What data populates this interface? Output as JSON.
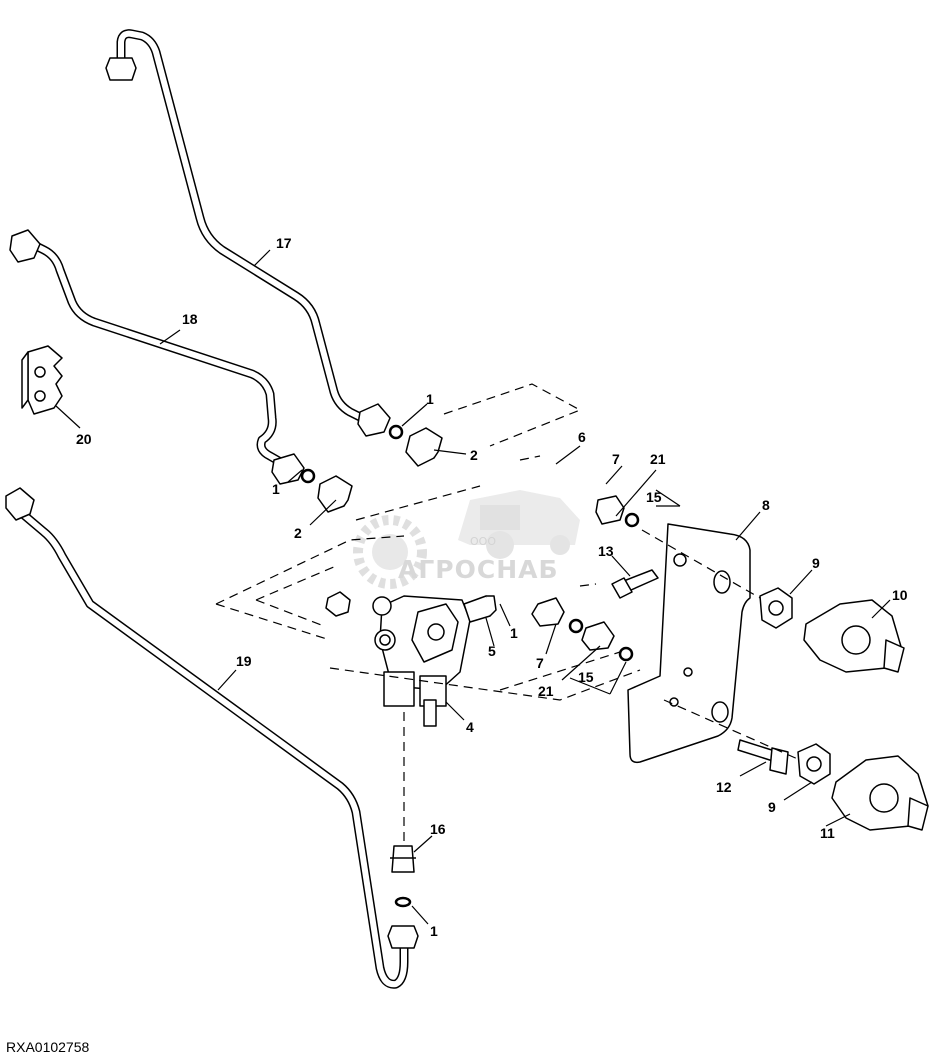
{
  "figure_ref": "RXA0102758",
  "watermark": {
    "brand": "АГРОСНАБ",
    "prefix": "ООО"
  },
  "callouts": {
    "c1a": "1",
    "c1b": "1",
    "c1c": "1",
    "c1d": "1",
    "c2a": "2",
    "c2b": "2",
    "c4": "4",
    "c5": "5",
    "c6": "6",
    "c7a": "7",
    "c7b": "7",
    "c8": "8",
    "c9a": "9",
    "c9b": "9",
    "c10": "10",
    "c11": "11",
    "c12": "12",
    "c13": "13",
    "c15a": "15",
    "c15b": "15",
    "c16": "16",
    "c17": "17",
    "c18": "18",
    "c19": "19",
    "c20": "20",
    "c21a": "21",
    "c21b": "21"
  }
}
